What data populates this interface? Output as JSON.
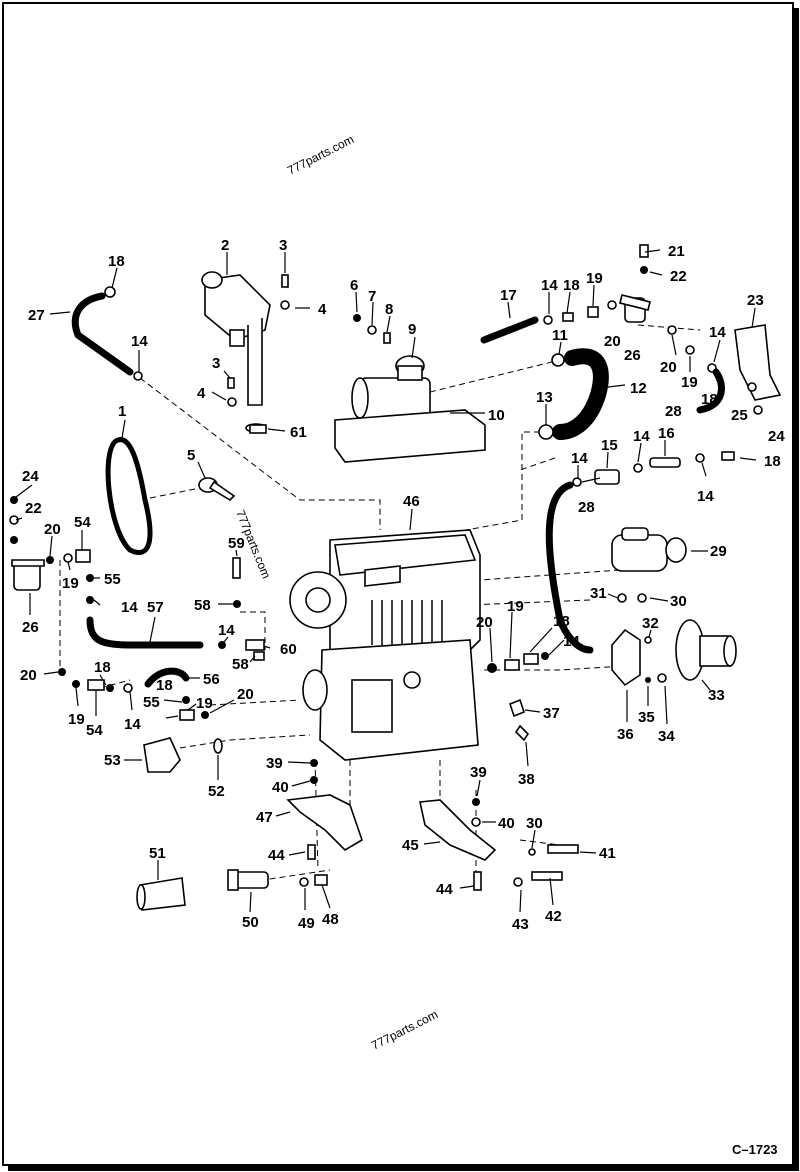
{
  "watermarks": [
    "777parts.com",
    "777parts.com",
    "777parts.com"
  ],
  "figure_id": "C–1723",
  "callouts": [
    "1",
    "2",
    "3",
    "3",
    "4",
    "4",
    "5",
    "6",
    "7",
    "8",
    "9",
    "10",
    "11",
    "12",
    "13",
    "14",
    "14",
    "14",
    "14",
    "14",
    "14",
    "14",
    "14",
    "14",
    "14",
    "15",
    "16",
    "17",
    "18",
    "18",
    "18",
    "18",
    "18",
    "18",
    "18",
    "19",
    "19",
    "19",
    "19",
    "19",
    "19",
    "20",
    "20",
    "20",
    "20",
    "20",
    "20",
    "21",
    "22",
    "22",
    "23",
    "24",
    "24",
    "25",
    "26",
    "26",
    "27",
    "28",
    "28",
    "29",
    "30",
    "30",
    "31",
    "32",
    "33",
    "34",
    "35",
    "36",
    "37",
    "38",
    "39",
    "39",
    "40",
    "40",
    "41",
    "42",
    "43",
    "44",
    "44",
    "45",
    "46",
    "47",
    "48",
    "49",
    "50",
    "51",
    "52",
    "53",
    "54",
    "54",
    "55",
    "55",
    "56",
    "57",
    "58",
    "58",
    "59",
    "60",
    "61"
  ]
}
